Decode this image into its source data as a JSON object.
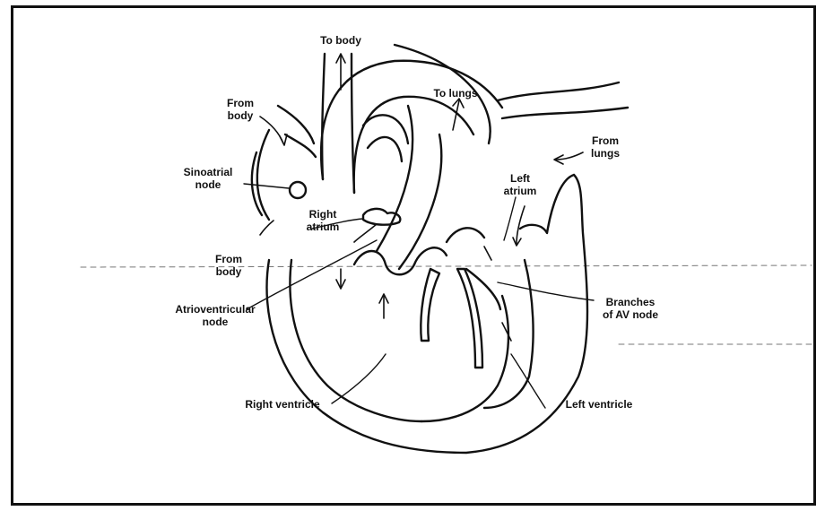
{
  "labels": {
    "to_body": "To body",
    "to_lungs": "To lungs",
    "from_body_top": "From\nbody",
    "from_lungs": "From\nlungs",
    "sinoatrial_node": "Sinoatrial\nnode",
    "left_atrium": "Left\natrium",
    "right_atrium": "Right\natrium",
    "from_body_bottom": "From\nbody",
    "atrioventricular_node": "Atrioventricular\nnode",
    "branches_av_node": "Branches\nof AV node",
    "right_ventricle": "Right ventricle",
    "left_ventricle": "Left ventricle"
  }
}
